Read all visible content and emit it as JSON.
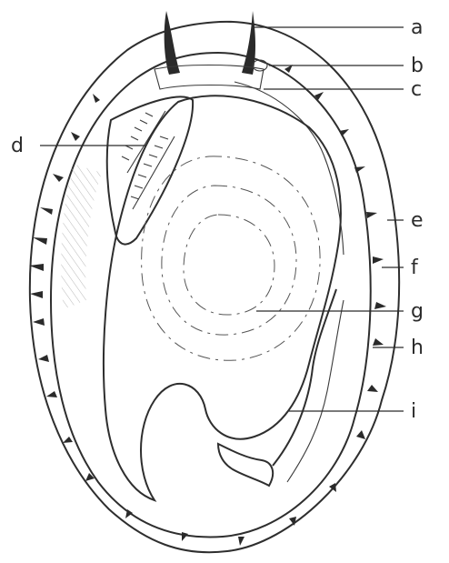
{
  "figure": {
    "colors": {
      "ink": "#2b2b2b",
      "paper": "#ffffff",
      "stipple": "#6b6b6b"
    },
    "labels": [
      {
        "id": "a",
        "text": "a"
      },
      {
        "id": "b",
        "text": "b"
      },
      {
        "id": "c",
        "text": "c"
      },
      {
        "id": "d",
        "text": "d"
      },
      {
        "id": "e",
        "text": "e"
      },
      {
        "id": "f",
        "text": "f"
      },
      {
        "id": "g",
        "text": "g"
      },
      {
        "id": "h",
        "text": "h"
      },
      {
        "id": "i",
        "text": "i"
      }
    ]
  }
}
